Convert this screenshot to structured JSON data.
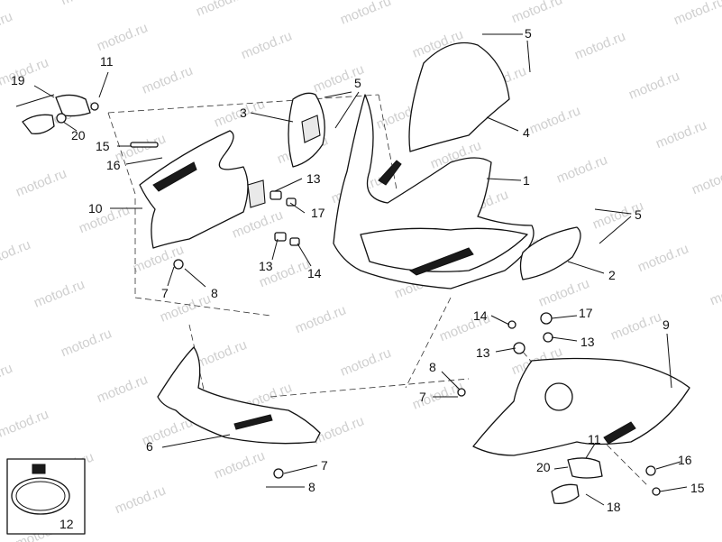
{
  "watermark": "motod.ru",
  "callouts": {
    "c1": "1",
    "c2": "2",
    "c3": "3",
    "c4": "4",
    "c5a": "5",
    "c5b": "5",
    "c5c": "5",
    "c6": "6",
    "c7a": "7",
    "c7b": "7",
    "c7c": "7",
    "c8a": "8",
    "c8b": "8",
    "c8c": "8",
    "c9": "9",
    "c10": "10",
    "c11a": "11",
    "c11b": "11",
    "c12": "12",
    "c13a": "13",
    "c13b": "13",
    "c13c": "13",
    "c13d": "13",
    "c14a": "14",
    "c14b": "14",
    "c15a": "15",
    "c15b": "15",
    "c16a": "16",
    "c16b": "16",
    "c17a": "17",
    "c17b": "17",
    "c18": "18",
    "c19": "19",
    "c20a": "20",
    "c20b": "20"
  }
}
